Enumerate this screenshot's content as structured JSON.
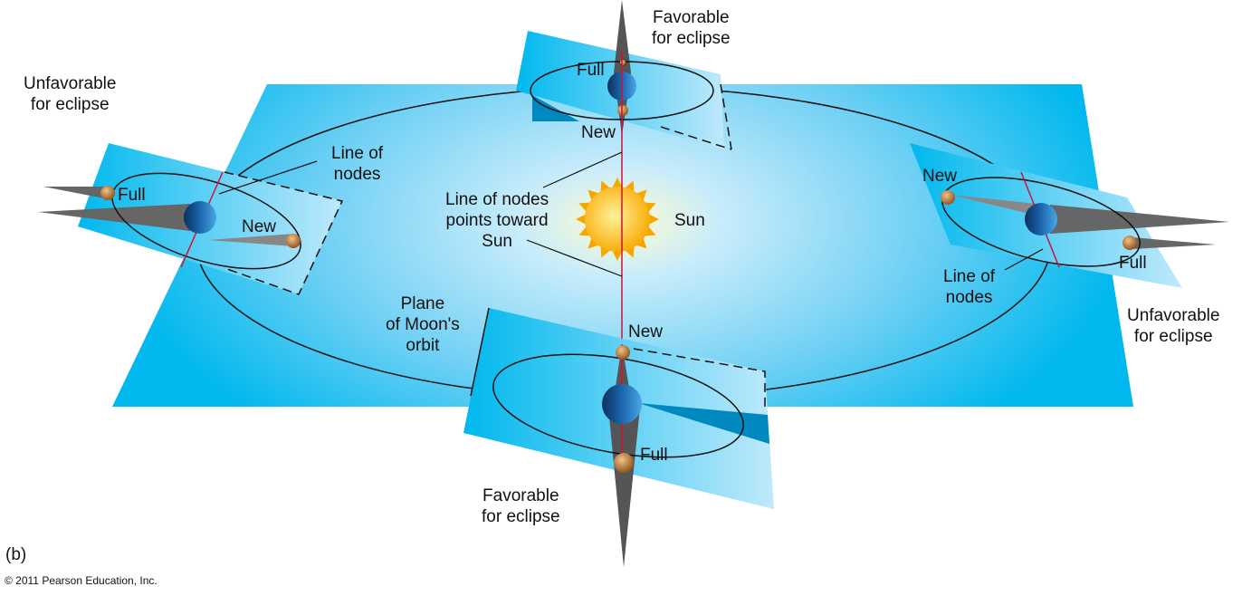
{
  "labels": {
    "favorable_top": [
      "Favorable",
      "for eclipse"
    ],
    "favorable_bottom": [
      "Favorable",
      "for eclipse"
    ],
    "unfavorable_left": [
      "Unfavorable",
      "for eclipse"
    ],
    "unfavorable_right": [
      "Unfavorable",
      "for eclipse"
    ],
    "line_of_nodes_left": [
      "Line of",
      "nodes"
    ],
    "line_of_nodes_right": [
      "Line of",
      "nodes"
    ],
    "line_of_nodes_sun": [
      "Line of nodes",
      "points toward",
      "Sun"
    ],
    "sun": "Sun",
    "plane_of_moon_orbit": [
      "Plane",
      "of Moon's",
      "orbit"
    ],
    "full_top": "Full",
    "new_top": "New",
    "full_left": "Full",
    "new_left": "New",
    "full_right": "Full",
    "new_right": "New",
    "full_bottom": "Full",
    "new_bottom": "New"
  },
  "figure_label": "(b)",
  "copyright": "© 2011 Pearson Education, Inc.",
  "colors": {
    "plane": "#00b8ee",
    "sun": "#fbb900",
    "node_line": "#d0103a",
    "earth": "#1a5fa0",
    "moon": "#a8682a"
  }
}
